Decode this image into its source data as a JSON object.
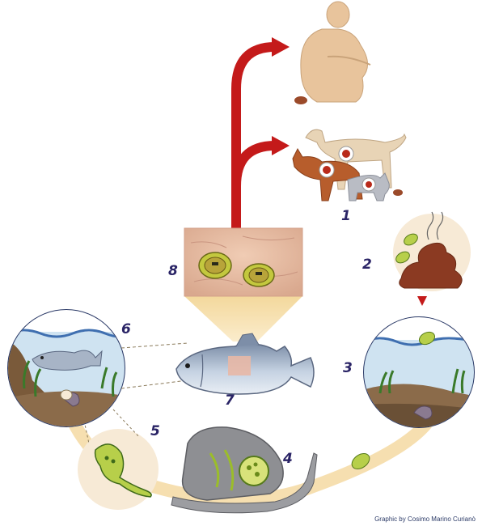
{
  "steps": [
    {
      "number": "1"
    },
    {
      "number": "2"
    },
    {
      "number": "3"
    },
    {
      "number": "4"
    },
    {
      "number": "5"
    },
    {
      "number": "6"
    },
    {
      "number": "7"
    },
    {
      "number": "8"
    }
  ],
  "credit": "Graphic by Cosimo Marino Curianò",
  "colors": {
    "arrow": "#c41a1a",
    "cycle_path": "#f6dfb0",
    "water": "#3f6fb0",
    "sediment": "#7a5a3a",
    "egg": "#9bbd2a",
    "skin": "#e8c49c"
  },
  "icons": {
    "host_human": "human-host-icon",
    "host_animals": "dog-cat-fox-host-icon",
    "egg_in_feces": "feces-with-eggs-icon",
    "miracidium": "miracidium-icon",
    "snail": "snail-host-icon",
    "cercaria": "cercaria-icon",
    "fish": "fish-host-icon",
    "metacercariae": "metacercariae-in-flesh-icon"
  }
}
